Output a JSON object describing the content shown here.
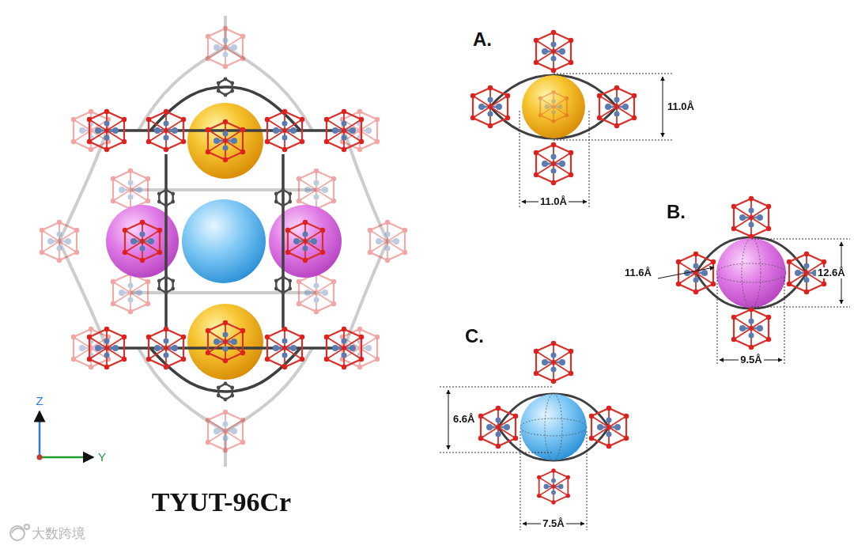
{
  "diagram": {
    "caption": "TYUT-96Cr",
    "labels": [
      "A.",
      "11.0Å",
      "11.0Å",
      "B.",
      "11.6Å",
      "12.6Å",
      "9.5Å",
      "C.",
      "6.6Å",
      "7.5Å",
      "Z",
      "Y",
      "大数跨境"
    ]
  }
}
